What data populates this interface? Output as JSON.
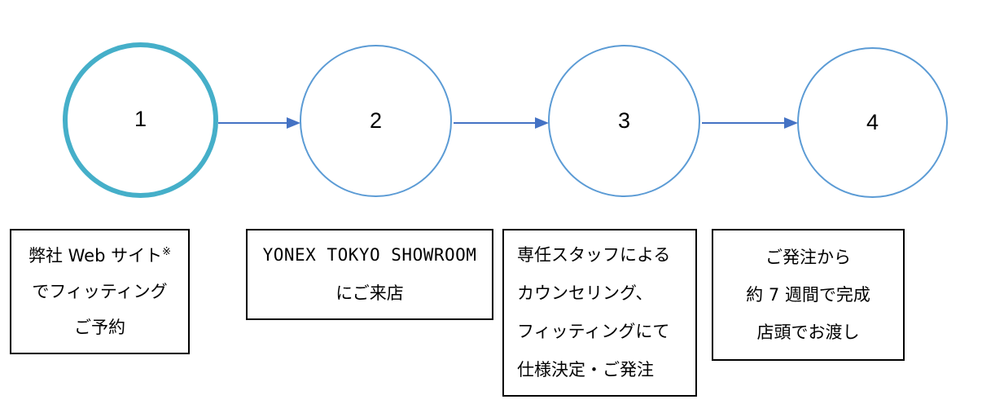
{
  "diagram": {
    "title": "YONEX custom racquet fitting process flow",
    "colors": {
      "circle_active_stroke": "#45AFC9",
      "circle_stroke": "#5B9BD5",
      "arrow": "#4472C4",
      "box_border": "#000000",
      "text": "#000000",
      "background": "#FFFFFF"
    },
    "steps": [
      {
        "number": "1",
        "highlighted": true,
        "box_lines": [
          "弊社 Web サイト",
          "でフィッティング",
          "ご予約"
        ],
        "superscript": "※"
      },
      {
        "number": "2",
        "highlighted": false,
        "box_lines": [
          "YONEX TOKYO SHOWROOM",
          "にご来店"
        ]
      },
      {
        "number": "3",
        "highlighted": false,
        "box_lines": [
          "専任スタッフによる",
          "カウンセリング、",
          "フィッティングにて",
          "仕様決定・ご発注"
        ]
      },
      {
        "number": "4",
        "highlighted": false,
        "box_lines": [
          "ご発注から",
          "約 7 週間で完成",
          "店頭でお渡し"
        ]
      }
    ],
    "connectors": [
      {
        "from": "1",
        "to": "2"
      },
      {
        "from": "2",
        "to": "3"
      },
      {
        "from": "3",
        "to": "4"
      }
    ]
  }
}
